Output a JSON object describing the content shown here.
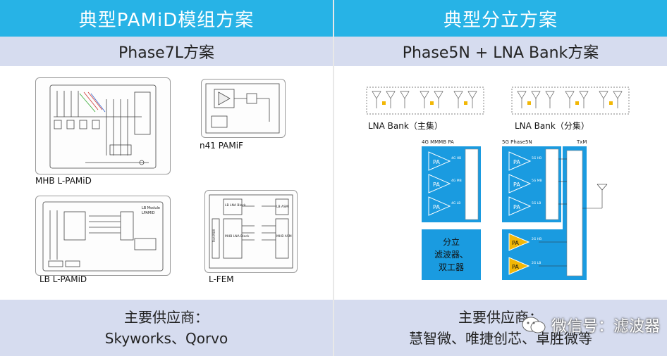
{
  "left": {
    "header": "典型PAMiD模组方案",
    "subheader": "Phase7L方案",
    "captions": {
      "mhb": "MHB L-PAMiD",
      "n41": "n41 PAMiF",
      "lb": "LB L-PAMiD",
      "lfem": "L-FEM"
    },
    "mini_labels": {
      "lb_module": "LB Module",
      "lpamid": "LPAMID",
      "lb_lna_block": "LB LNA Block",
      "mhb_lna_block": "MHB LNA Block",
      "lb_asm": "LB ASM",
      "mhb_asm": "MHB ASM",
      "port_mux": "Port MUX"
    },
    "supplier_label": "主要供应商：",
    "suppliers": "Skyworks、Qorvo"
  },
  "right": {
    "header": "典型分立方案",
    "subheader": "Phase5N + LNA Bank方案",
    "captions": {
      "lna_main": "LNA Bank（主集）",
      "lna_div": "LNA Bank（分集）"
    },
    "blocks": {
      "pa4g_title": "4G MMMB PA",
      "pa5g_title": "5G Phase5N",
      "txm_title": "TxM",
      "pa_label": "PA",
      "pa4g_bands": [
        "4G HB",
        "4G MB",
        "4G LB"
      ],
      "pa5g_bands": [
        "5G HB",
        "5G MB",
        "5G LB"
      ],
      "pa_extra_bands": [
        "2G HB",
        "2G LB"
      ],
      "filter_text": [
        "分立",
        "滤波器、",
        "双工器"
      ]
    },
    "supplier_label": "主要供应商：",
    "suppliers": "慧智微、唯捷创芯、卓胜微等"
  },
  "watermark": "微信号：滤波器",
  "colors": {
    "header": "#27b3e6",
    "band": "#d6dcef",
    "pa_blue": "#1a9be0",
    "pa_yellow": "#f2b705"
  }
}
